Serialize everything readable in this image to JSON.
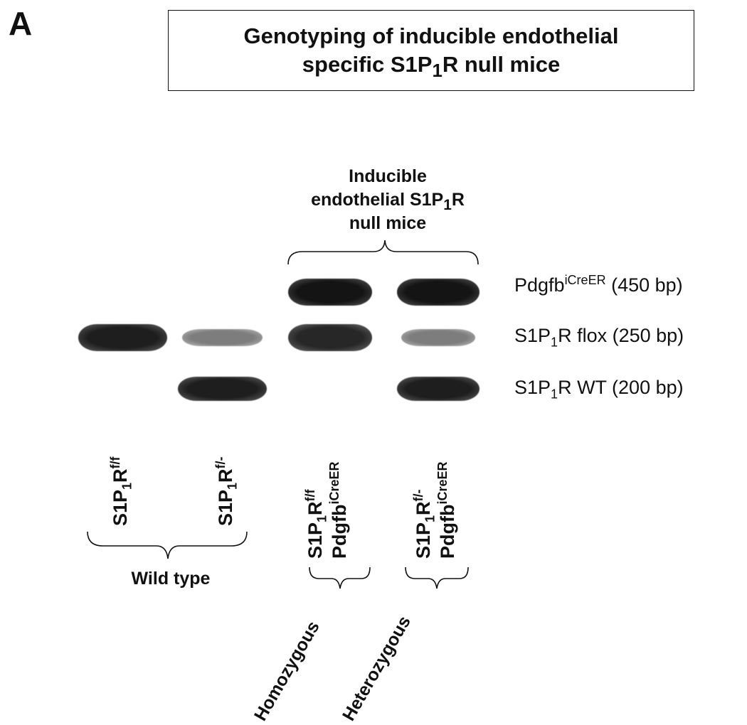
{
  "panel_letter": "A",
  "title": {
    "line1": "Genotyping of inducible endothelial",
    "line2_pre": "specific S1P",
    "line2_sub": "1",
    "line2_post": "R null mice"
  },
  "inducible_group": {
    "line1": "Inducible",
    "line2_pre": "endothelial S1P",
    "line2_sub": "1",
    "line2_post": "R",
    "line3": "null mice"
  },
  "band_labels": {
    "pdgfb": {
      "base": "Pdgfb",
      "sup": "iCreER",
      "size": "(450 bp)"
    },
    "flox": {
      "pre": "S1P",
      "sub": "1",
      "post": "R flox (250 bp)"
    },
    "wt": {
      "pre": "S1P",
      "sub": "1",
      "post": "R WT (200 bp)"
    }
  },
  "lanes": [
    {
      "line1_pre": "S1P",
      "line1_sub": "1",
      "line1_mid": "R",
      "line1_sup": "f/f",
      "line2_base": "",
      "line2_sup": ""
    },
    {
      "line1_pre": "S1P",
      "line1_sub": "1",
      "line1_mid": "R",
      "line1_sup": "f/-",
      "line2_base": "",
      "line2_sup": ""
    },
    {
      "line1_pre": "S1P",
      "line1_sub": "1",
      "line1_mid": "R",
      "line1_sup": "f/f",
      "line2_base": "Pdgfb",
      "line2_sup": "iCreER"
    },
    {
      "line1_pre": "S1P",
      "line1_sub": "1",
      "line1_mid": "R",
      "line1_sup": "f/-",
      "line2_base": "Pdgfb",
      "line2_sup": "iCreER"
    }
  ],
  "group_labels": {
    "wild_type": "Wild type",
    "homozygous": "Homozygous",
    "heterozygous": "Heterozygous"
  },
  "bands": [
    {
      "lane": 1,
      "row": "flox",
      "intensity": 0.95
    },
    {
      "lane": 2,
      "row": "flox",
      "intensity": 0.45
    },
    {
      "lane": 2,
      "row": "wt",
      "intensity": 0.95
    },
    {
      "lane": 3,
      "row": "pdgfb",
      "intensity": 1.0
    },
    {
      "lane": 3,
      "row": "flox",
      "intensity": 0.9
    },
    {
      "lane": 4,
      "row": "pdgfb",
      "intensity": 1.0
    },
    {
      "lane": 4,
      "row": "flox",
      "intensity": 0.45
    },
    {
      "lane": 4,
      "row": "wt",
      "intensity": 0.95
    }
  ],
  "colors": {
    "ink": "#111111",
    "band_dark": "#141414",
    "background": "#ffffff"
  }
}
